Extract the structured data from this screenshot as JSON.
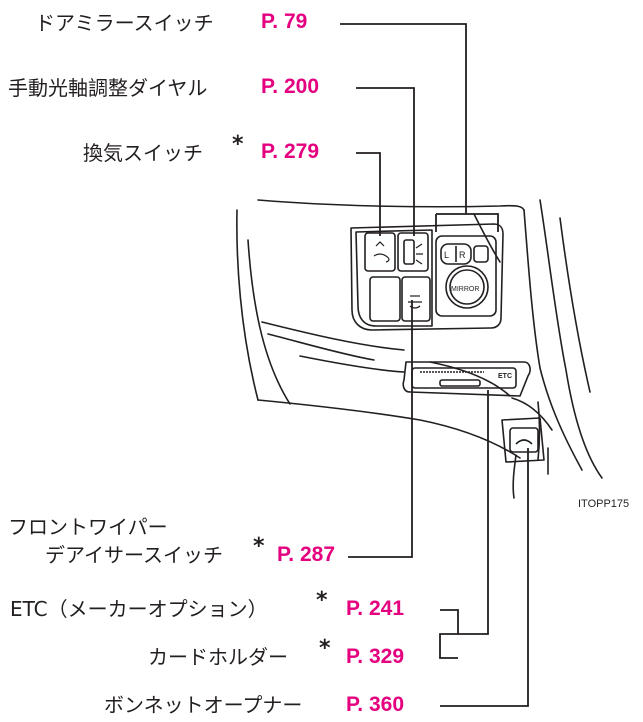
{
  "accent_color": "#e4007f",
  "line_color": "#231f20",
  "figure_code": "ITOPP175",
  "asterisk": "*",
  "callouts": [
    {
      "label": "ドアミラースイッチ",
      "page": "P. 79"
    },
    {
      "label": "手動光軸調整ダイヤル",
      "page": "P. 200"
    },
    {
      "label": "換気スイッチ",
      "page": "P. 279"
    },
    {
      "label": "フロントワイパー",
      "label2": "デアイサースイッチ",
      "page": "P. 287"
    },
    {
      "label": "ETC（メーカーオプション）",
      "page": "P. 241"
    },
    {
      "label": "カードホルダー",
      "page": "P. 329"
    },
    {
      "label": "ボンネットオープナー",
      "page": "P. 360"
    }
  ],
  "panel_text": {
    "mirror_left": "L",
    "mirror_right": "R",
    "mirror_dial": "MIRROR",
    "etc_mark": "ETC"
  }
}
